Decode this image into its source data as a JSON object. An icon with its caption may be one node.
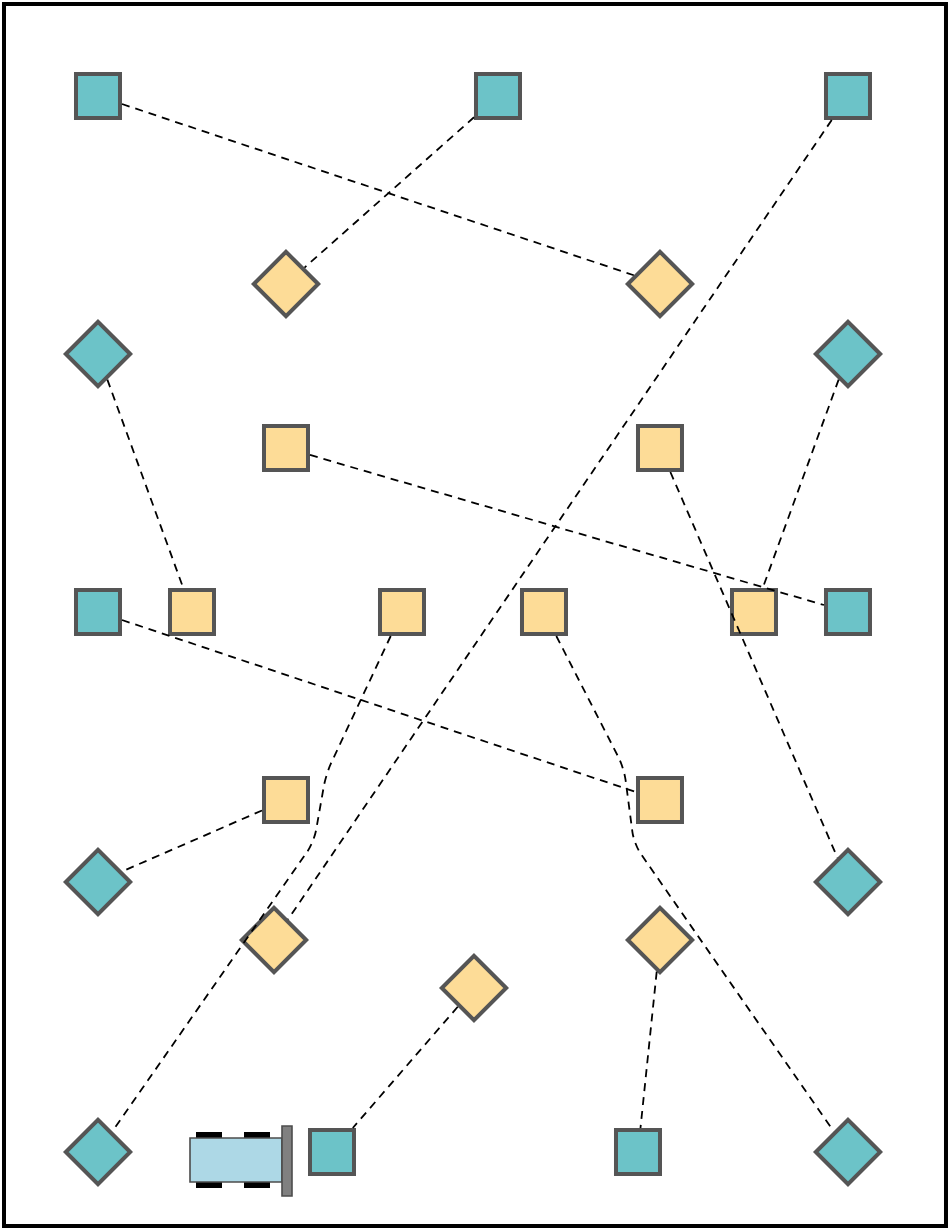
{
  "diagram": {
    "nodes": [
      {
        "text": [],
        "shape": "box"
      },
      {
        "text": [],
        "shape": "box"
      },
      {
        "text": [],
        "shape": "box"
      },
      {
        "text": [],
        "shape": "diamond"
      },
      {
        "text": [],
        "shape": "diamond"
      },
      {
        "text": [],
        "shape": "diamond"
      },
      {
        "text": [],
        "shape": "diamond"
      },
      {
        "text": [],
        "shape": "box"
      },
      {
        "text": [],
        "shape": "box"
      },
      {
        "text": [],
        "shape": "box"
      },
      {
        "text": [],
        "shape": "box"
      },
      {
        "text": [],
        "shape": "box"
      },
      {
        "text": [],
        "shape": "box"
      },
      {
        "text": [],
        "shape": "box"
      },
      {
        "text": [],
        "shape": "box"
      },
      {
        "text": [],
        "shape": "box"
      },
      {
        "text": [],
        "shape": "box"
      },
      {
        "text": [],
        "shape": "diamond"
      },
      {
        "text": [],
        "shape": "diamond"
      },
      {
        "text": [],
        "shape": "diamond"
      },
      {
        "text": [],
        "shape": "diamond"
      },
      {
        "text": [],
        "shape": "diamond"
      },
      {
        "text": [],
        "shape": "diamond"
      },
      {
        "text": [],
        "shape": "box"
      },
      {
        "text": [],
        "shape": "box"
      },
      {
        "text": [],
        "shape": "diamond"
      }
    ],
    "edges": [
      {
        "from": 0,
        "to": 4,
        "arrow": "none",
        "style": "dashed"
      },
      {
        "from": 1,
        "to": 3,
        "arrow": "none",
        "style": "dashed"
      },
      {
        "from": 2,
        "to": 19,
        "arrow": "none",
        "style": "dashed"
      },
      {
        "from": 5,
        "to": 10,
        "arrow": "none",
        "style": "dashed"
      },
      {
        "from": 6,
        "to": 13,
        "arrow": "none",
        "style": "dashed"
      },
      {
        "from": 7,
        "to": 14,
        "arrow": "none",
        "style": "dashed"
      },
      {
        "from": 8,
        "to": 18,
        "arrow": "none",
        "style": "dashed"
      },
      {
        "from": 9,
        "to": 16,
        "arrow": "none",
        "style": "dashed"
      },
      {
        "from": 11,
        "to": 22,
        "arrow": "none",
        "style": "dashed"
      },
      {
        "from": 12,
        "to": 25,
        "arrow": "none",
        "style": "dashed"
      },
      {
        "from": 15,
        "to": 17,
        "arrow": "none",
        "style": "dashed"
      },
      {
        "from": 21,
        "to": 23,
        "arrow": "none",
        "style": "dashed"
      },
      {
        "from": 20,
        "to": 24,
        "arrow": "none",
        "style": "dashed"
      }
    ]
  }
}
